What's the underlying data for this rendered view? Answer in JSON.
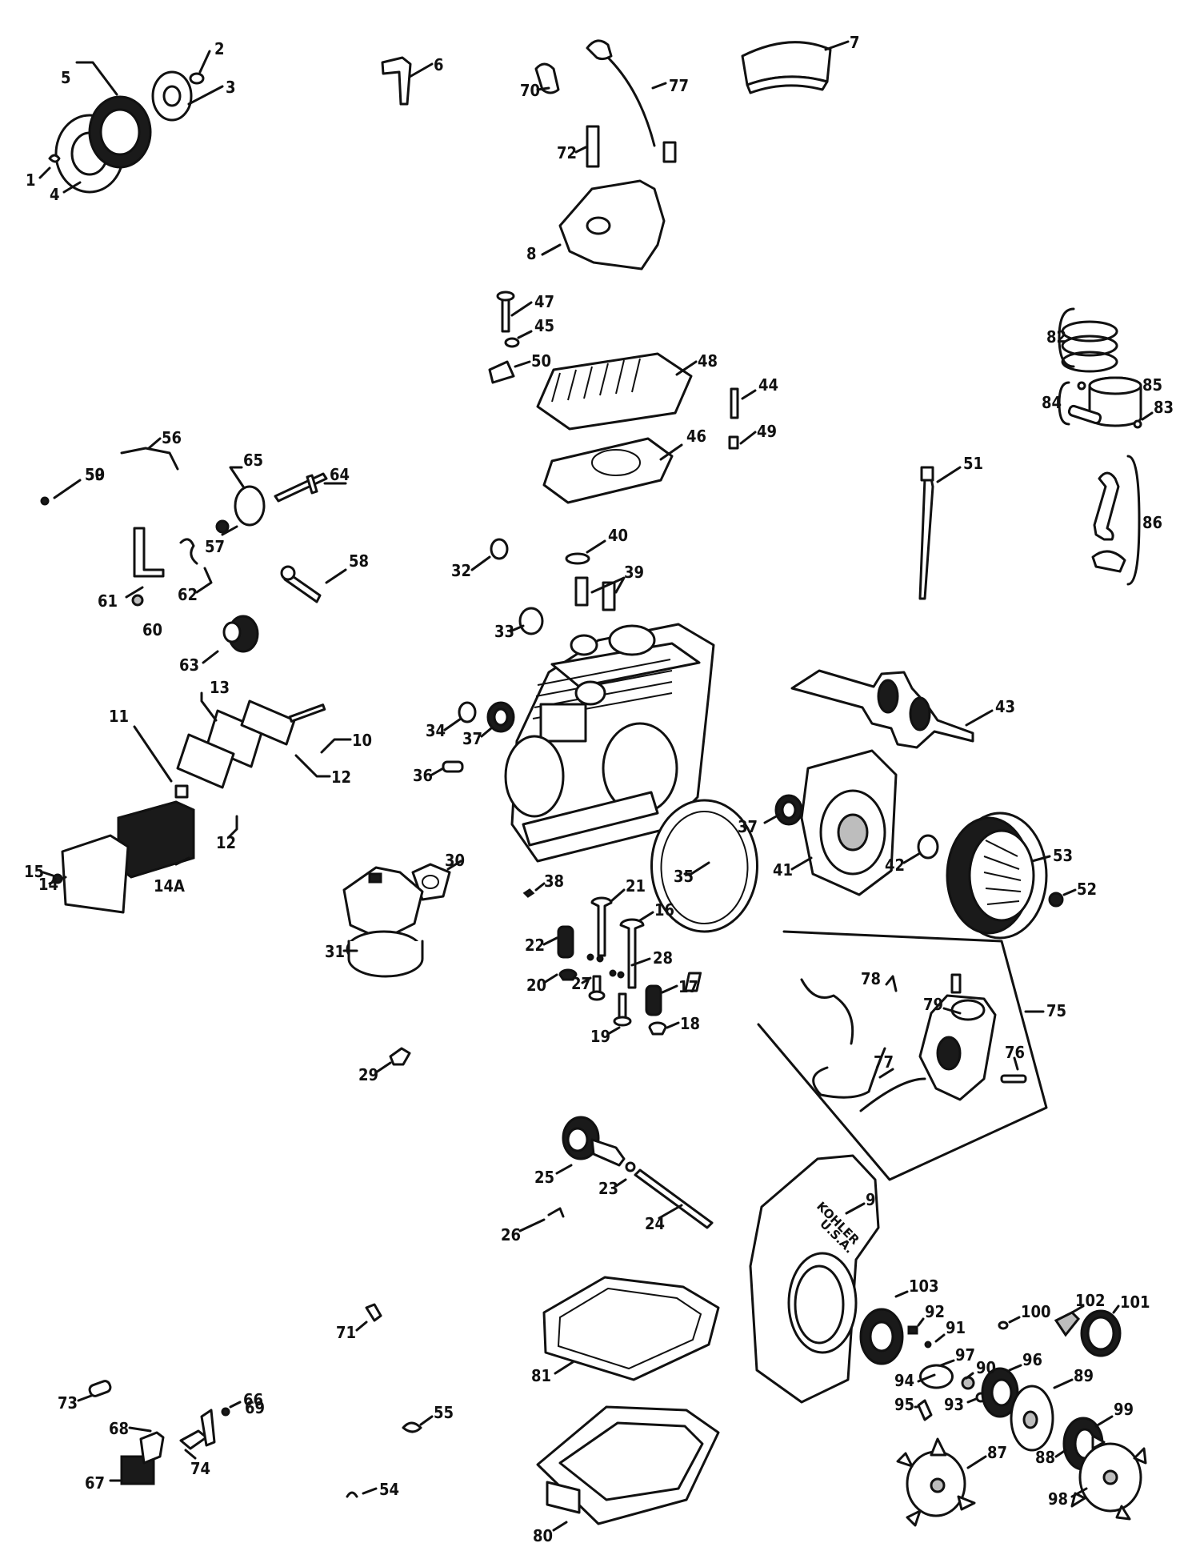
{
  "diagram": {
    "brand_text": [
      "KOHLER",
      "U.S.A."
    ],
    "callouts": [
      "1",
      "2",
      "3",
      "4",
      "5",
      "6",
      "7",
      "8",
      "9",
      "10",
      "11",
      "12",
      "12",
      "13",
      "14",
      "14A",
      "15",
      "16",
      "17",
      "18",
      "19",
      "20",
      "21",
      "22",
      "23",
      "24",
      "25",
      "26",
      "27",
      "28",
      "29",
      "30",
      "31",
      "32",
      "33",
      "34",
      "35",
      "36",
      "37",
      "37",
      "38",
      "39",
      "40",
      "41",
      "42",
      "43",
      "44",
      "45",
      "46",
      "47",
      "48",
      "49",
      "50",
      "50",
      "51",
      "52",
      "53",
      "54",
      "55",
      "56",
      "57",
      "58",
      "59",
      "60",
      "61",
      "62",
      "63",
      "64",
      "65",
      "66",
      "67",
      "68",
      "69",
      "70",
      "71",
      "72",
      "73",
      "74",
      "75",
      "76",
      "77",
      "77",
      "78",
      "79",
      "80",
      "81",
      "82",
      "83",
      "84",
      "85",
      "86",
      "87",
      "88",
      "89",
      "90",
      "91",
      "92",
      "93",
      "94",
      "95",
      "96",
      "97",
      "98",
      "99",
      "100",
      "101",
      "102",
      "103"
    ]
  }
}
